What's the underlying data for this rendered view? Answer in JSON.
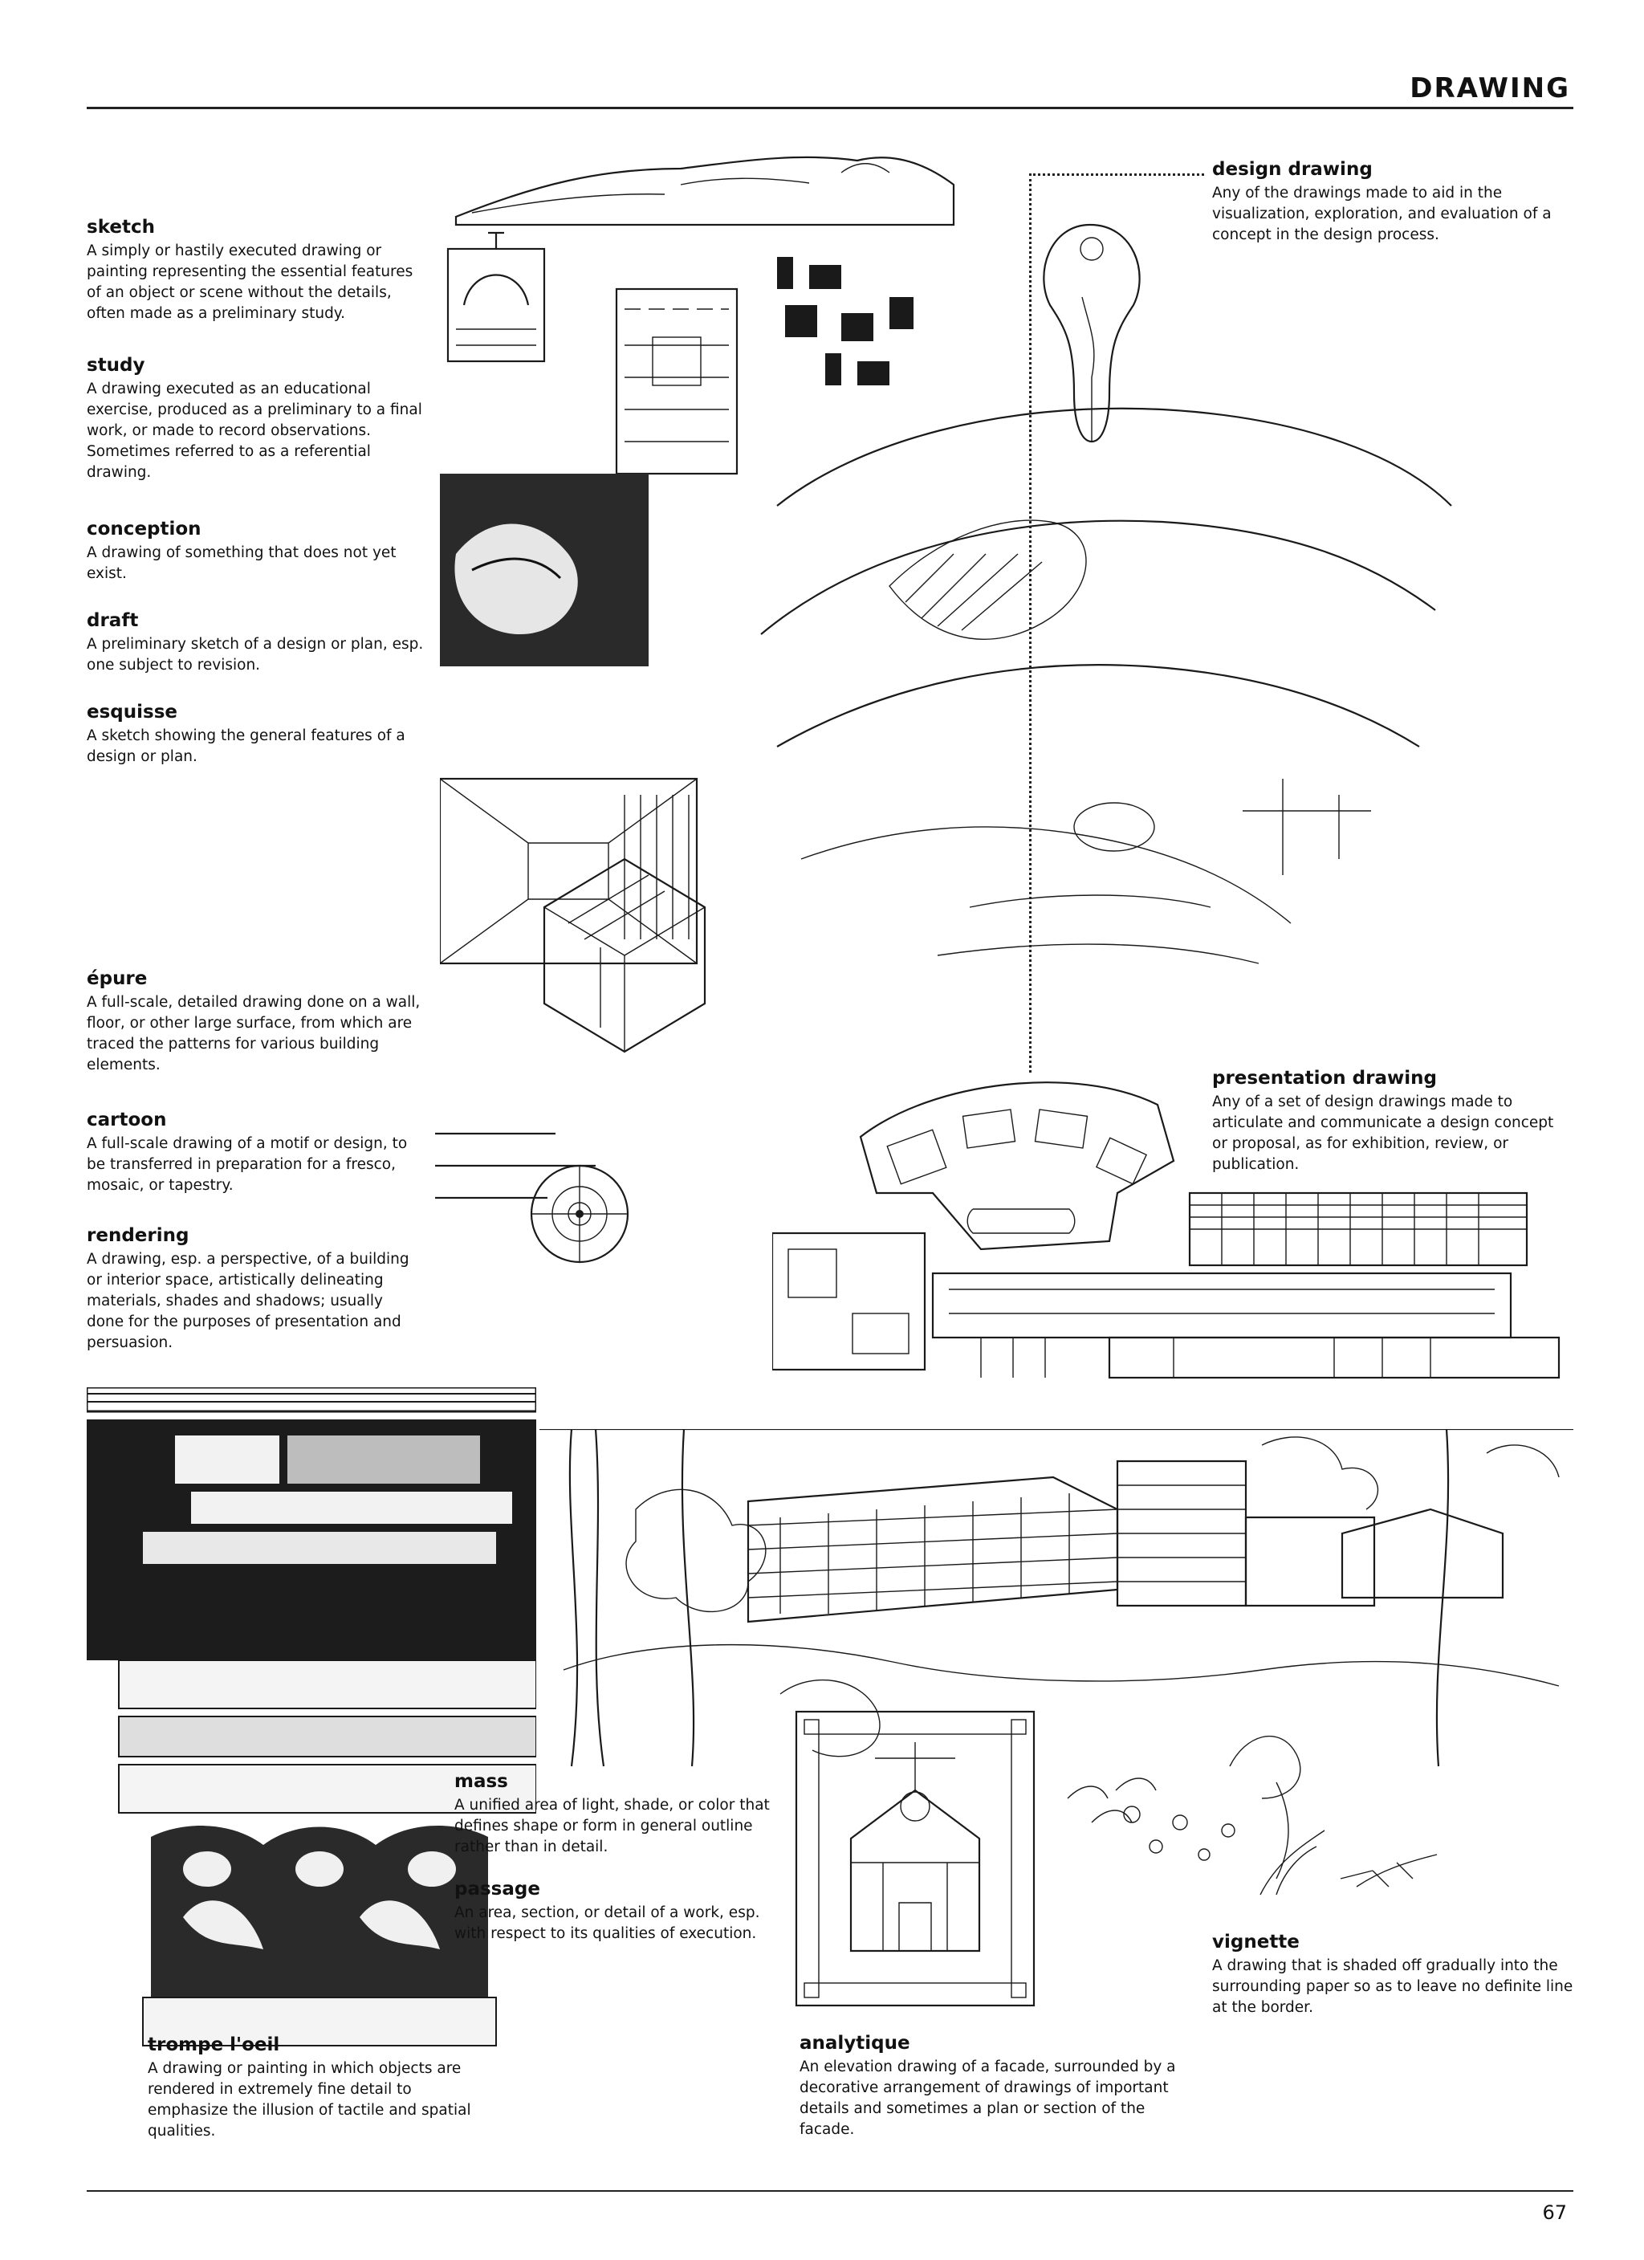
{
  "header": {
    "section_title": "DRAWING"
  },
  "left_column": [
    {
      "term": "sketch",
      "definition": "A simply or hastily executed drawing or painting representing the essential features of an object or scene without the details, often made as a preliminary study."
    },
    {
      "term": "study",
      "definition": "A drawing executed as an educational exercise, produced as a preliminary to a final work, or made to record observations. Sometimes referred to as a referential drawing."
    },
    {
      "term": "conception",
      "definition": "A drawing of something that does not yet exist."
    },
    {
      "term": "draft",
      "definition": "A preliminary sketch of a design or plan, esp. one subject to revision."
    },
    {
      "term": "esquisse",
      "definition": "A sketch showing the general features of a design or plan."
    }
  ],
  "left_column_lower": [
    {
      "term": "épure",
      "definition": "A full-scale, detailed drawing done on a wall, floor, or other large surface, from which are traced the patterns for various building elements."
    },
    {
      "term": "cartoon",
      "definition": "A full-scale drawing of a motif or design, to be transferred in preparation for a fresco, mosaic, or tapestry."
    },
    {
      "term": "rendering",
      "definition": "A drawing, esp. a perspective, of a building or interior space, artistically delineating materials, shades and shadows; usually done for the purposes of presentation and persuasion."
    }
  ],
  "design_drawing": {
    "term": "design drawing",
    "definition": "Any of the drawings made to aid in the visualization, exploration, and evaluation of a concept in the design process."
  },
  "presentation_drawing": {
    "term": "presentation drawing",
    "definition": "Any of a set of design drawings made to articulate and communicate a design concept or proposal, as for exhibition, review, or publication."
  },
  "mass": {
    "term": "mass",
    "definition": "A unified area of light, shade, or color that defines shape or form in general outline rather than in detail."
  },
  "passage": {
    "term": "passage",
    "definition": "An area, section, or detail of a work, esp. with respect to its qualities of execution."
  },
  "vignette": {
    "term": "vignette",
    "definition": "A drawing that is shaded off gradually into the surrounding paper so as to leave no definite line at the border."
  },
  "trompe_loeil": {
    "term": "trompe l'oeil",
    "definition": "A drawing or painting in which objects are rendered in extremely fine detail to emphasize the illusion of tactile and spatial qualities."
  },
  "analytique": {
    "term": "analytique",
    "definition": "An elevation drawing of a facade, surrounded by a decorative arrangement of drawings of important details and sometimes a plan or section of the facade."
  },
  "footer": {
    "page_number": "67"
  }
}
